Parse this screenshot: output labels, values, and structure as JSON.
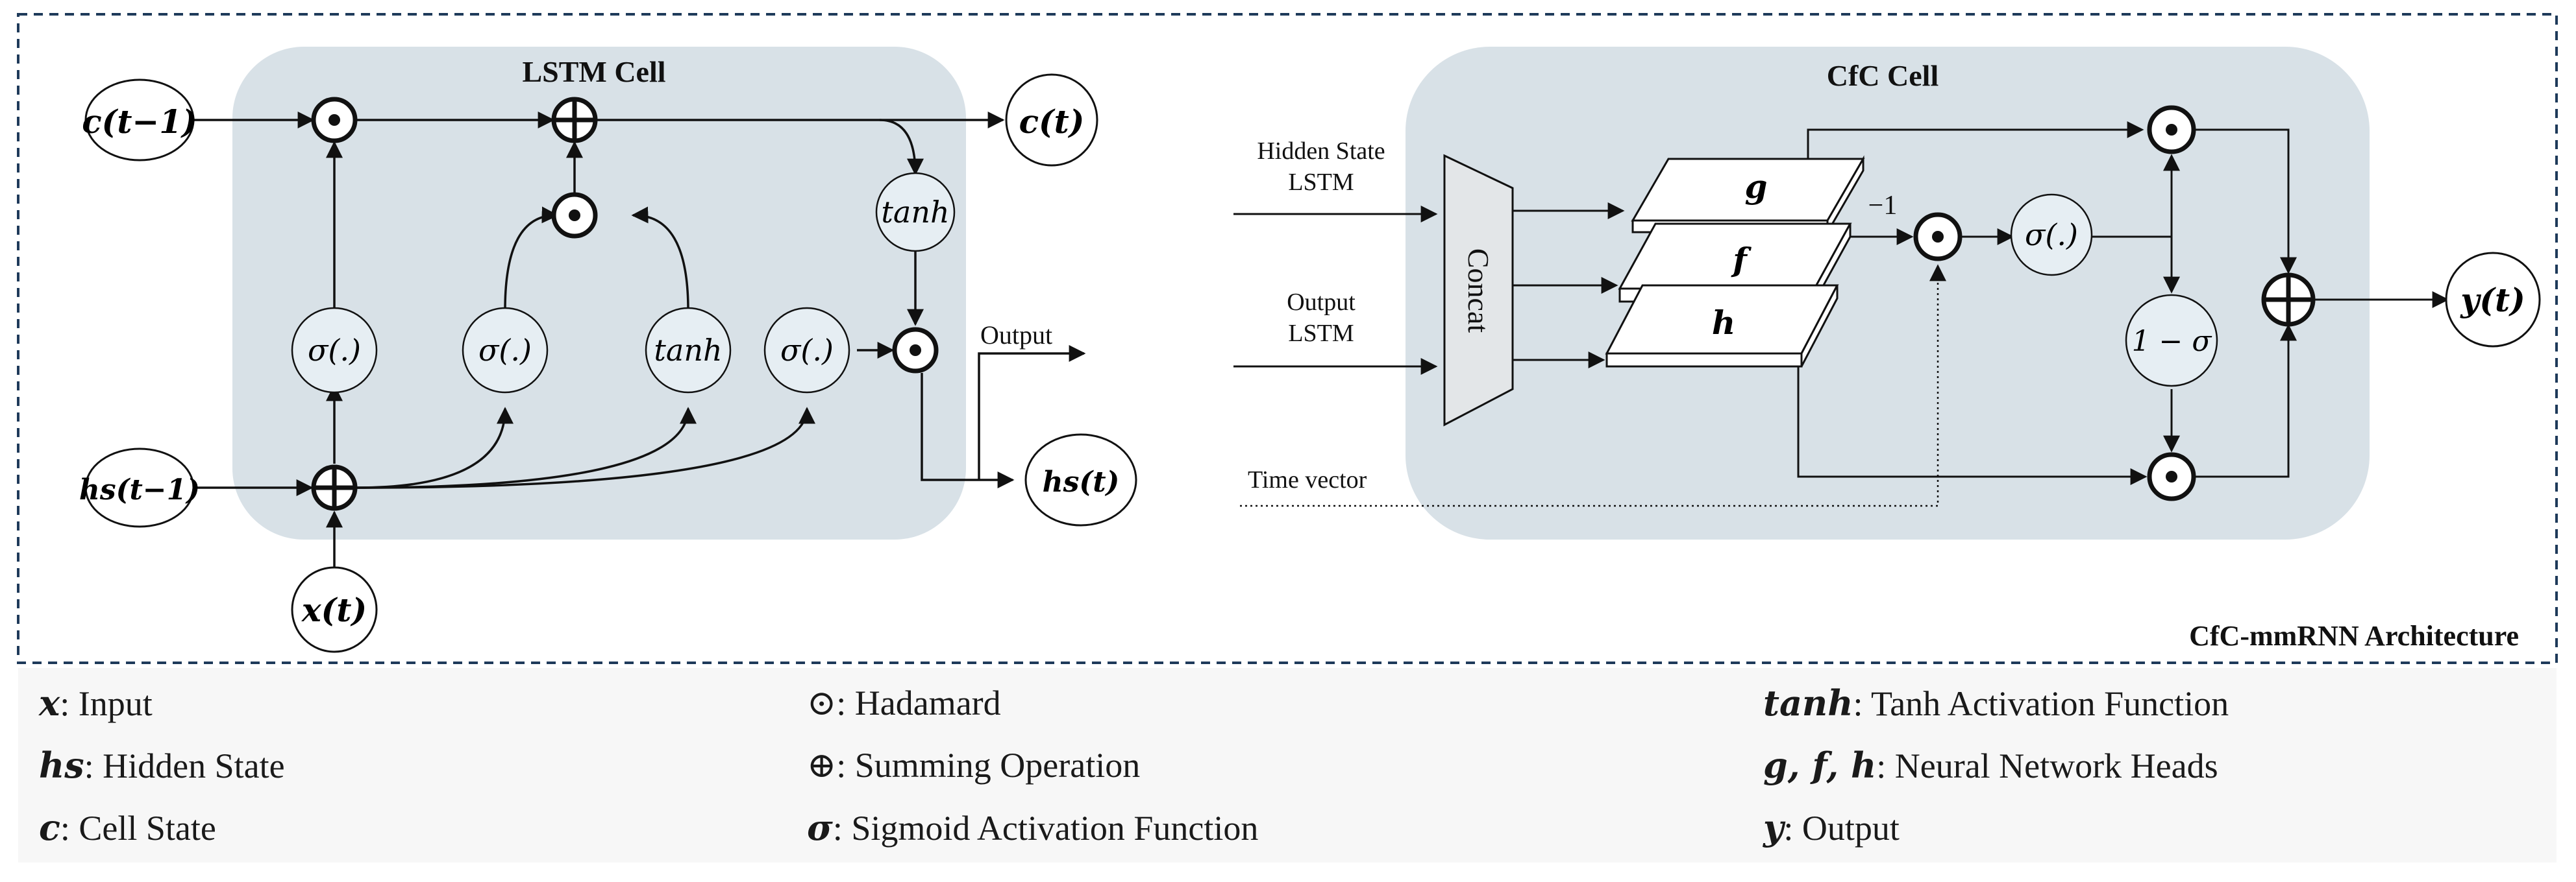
{
  "colors": {
    "cell_fill": "#d8e1e7",
    "stroke": "#111111",
    "border_dash": "#1e3a5a"
  },
  "architecture_title": "CfC-mmRNN Architecture",
  "lstm": {
    "title": "LSTM Cell",
    "c_prev": "c(t−1)",
    "c_next": "c(t)",
    "h_prev": "hs(t−1)",
    "h_next": "hs(t)",
    "x_in": "x(t)",
    "sigma_labels": [
      "σ(.)",
      "σ(.)",
      "σ(.)"
    ],
    "tanh_labels": [
      "tanh",
      "tanh"
    ],
    "output_label": "Output"
  },
  "cfc": {
    "title": "CfC Cell",
    "input_hidden": [
      "Hidden State",
      "LSTM"
    ],
    "input_output": [
      "Output",
      "LSTM"
    ],
    "time_vector": "Time vector",
    "concat": "Concat",
    "heads": [
      "g",
      "f",
      "h"
    ],
    "minus_one": "−1",
    "sigma": "σ(.)",
    "one_minus_sigma": "1 − σ",
    "y_out": "y(t)"
  },
  "legend": [
    {
      "symbol": "x",
      "text": ": Input"
    },
    {
      "symbol": "hs",
      "text": ": Hidden State"
    },
    {
      "symbol": "c",
      "text": ":  Cell State"
    },
    {
      "symbol": "⊙",
      "text": ": Hadamard"
    },
    {
      "symbol": "⊕",
      "text": ": Summing Operation"
    },
    {
      "symbol": "σ",
      "text": ": Sigmoid Activation Function"
    },
    {
      "symbol": "tanh",
      "text": ": Tanh Activation Function"
    },
    {
      "symbol": "g, f, h",
      "text": ": Neural Network Heads"
    },
    {
      "symbol": "y",
      "text": ": Output"
    }
  ]
}
